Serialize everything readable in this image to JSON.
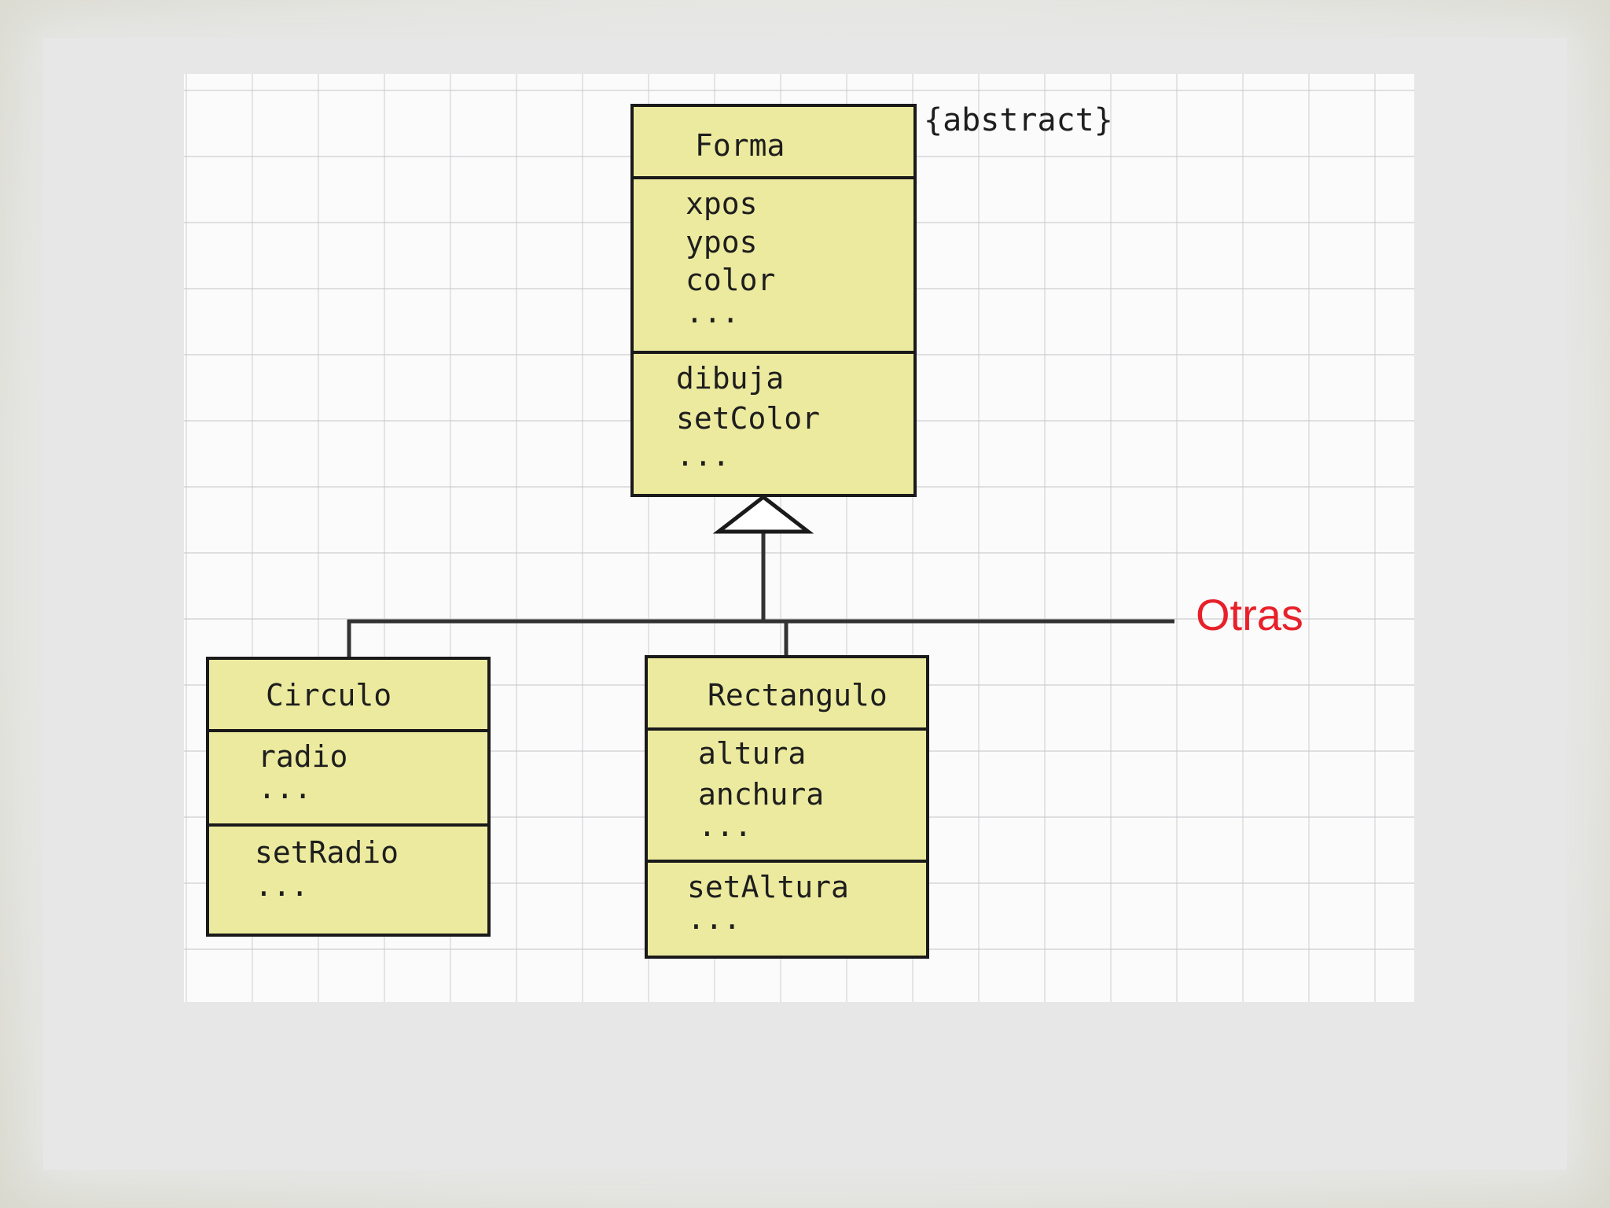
{
  "diagram": {
    "stereotype": "{abstract}",
    "other_label": "Otras",
    "colors": {
      "class_fill": "#ecea9e",
      "border": "#1a1a1a",
      "other_label": "#e8202a"
    },
    "classes": [
      {
        "name": "Forma",
        "attributes": [
          "xpos",
          "ypos",
          "color",
          "..."
        ],
        "methods": [
          "dibuja",
          "setColor",
          "..."
        ]
      },
      {
        "name": "Circulo",
        "attributes": [
          "radio",
          "..."
        ],
        "methods": [
          "setRadio",
          "..."
        ]
      },
      {
        "name": "Rectangulo",
        "attributes": [
          "altura",
          "anchura",
          "..."
        ],
        "methods": [
          "setAltura",
          "..."
        ]
      }
    ],
    "relationships": [
      {
        "type": "generalization",
        "from": "Circulo",
        "to": "Forma"
      },
      {
        "type": "generalization",
        "from": "Rectangulo",
        "to": "Forma"
      },
      {
        "type": "generalization",
        "from": "Otras",
        "to": "Forma"
      }
    ]
  }
}
